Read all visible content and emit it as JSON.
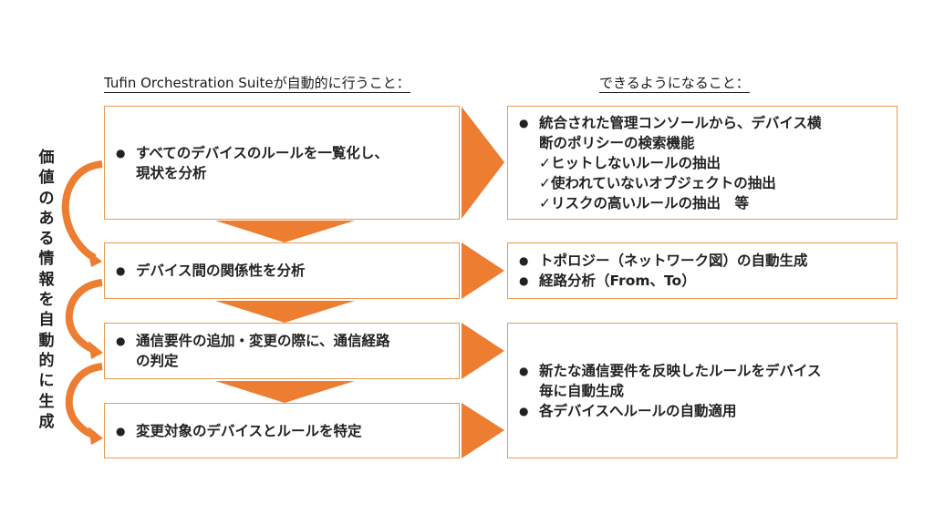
{
  "headings": {
    "left": "Tufin Orchestration Suiteが自動的に行うこと：",
    "right": "できるようになること："
  },
  "side_label": "価値のある情報を自動的に生成",
  "left_boxes": [
    {
      "lines": [
        "すべてのデバイスのルールを一覧化し、",
        "現状を分析"
      ]
    },
    {
      "lines": [
        "デバイス間の関係性を分析"
      ]
    },
    {
      "lines": [
        "通信要件の追加・変更の際に、通信経路",
        "の判定"
      ]
    },
    {
      "lines": [
        "変更対象のデバイスとルールを特定"
      ]
    }
  ],
  "right_boxes": [
    {
      "items": [
        {
          "bullet": true,
          "text": "統合された管理コンソールから、デバイス横"
        },
        {
          "bullet": false,
          "text": "断のポリシーの検索機能"
        },
        {
          "check": "✓",
          "text": "ヒットしないルールの抽出"
        },
        {
          "check": "✓",
          "text": "使われていないオブジェクトの抽出"
        },
        {
          "check": "✓",
          "text": "リスクの高いルールの抽出　等"
        }
      ]
    },
    {
      "items": [
        {
          "bullet": true,
          "text": "トポロジー（ネットワーク図）の自動生成"
        },
        {
          "bullet": true,
          "text": "経路分析（From、To）"
        }
      ]
    },
    {
      "items": [
        {
          "bullet": true,
          "text": "新たな通信要件を反映したルールをデバイス"
        },
        {
          "bullet": false,
          "text": "毎に自動生成"
        },
        {
          "bullet": true,
          "text": "各デバイスへルールの自動適用"
        }
      ]
    }
  ],
  "colors": {
    "accent": "#ed7d31",
    "border": "#e89a55"
  }
}
